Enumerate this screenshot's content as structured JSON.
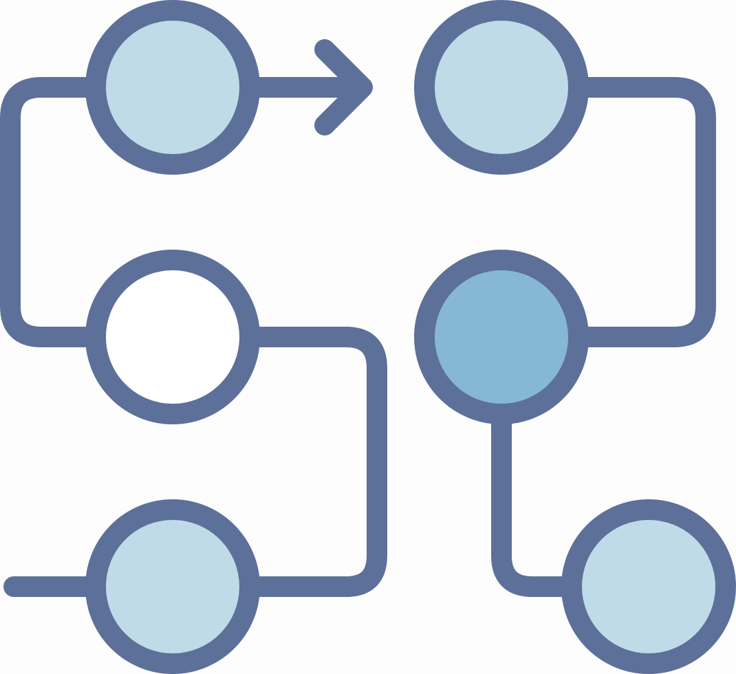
{
  "icon": {
    "name": "workflow-process-icon",
    "stroke_color": "#5d7099",
    "fill_light": "#c0dbe8",
    "fill_accent": "#86b8d6",
    "fill_empty": "#ffffff",
    "background": "#fdfdfe",
    "nodes": [
      {
        "name": "node-top-left",
        "fill": "light"
      },
      {
        "name": "node-top-right",
        "fill": "light"
      },
      {
        "name": "node-middle-left",
        "fill": "empty"
      },
      {
        "name": "node-middle-right",
        "fill": "accent"
      },
      {
        "name": "node-bottom-left",
        "fill": "light"
      },
      {
        "name": "node-bottom-right",
        "fill": "light"
      }
    ]
  }
}
